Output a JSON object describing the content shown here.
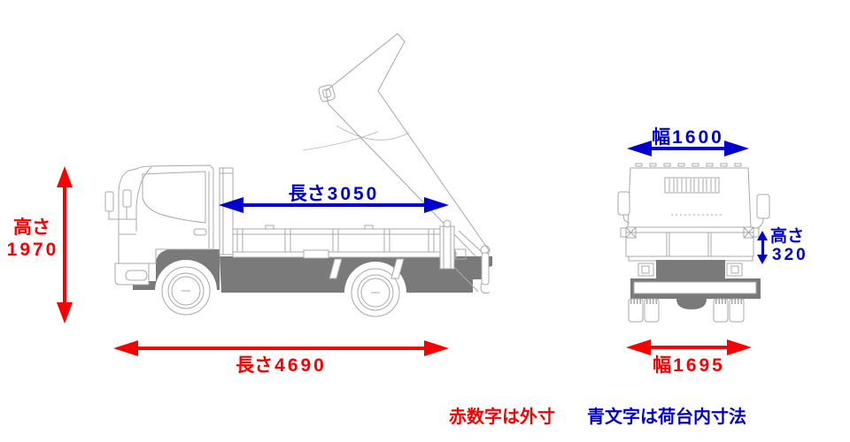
{
  "colors": {
    "outside_red": "#f80000",
    "inside_blue": "#0000cc",
    "line_gray": "#a8a8a8",
    "dark_gray": "#7a7a7a"
  },
  "side_view": {
    "overall_height": {
      "label": "高さ",
      "value": "1970"
    },
    "bed_inner_length": {
      "label": "長さ",
      "value": "3050"
    },
    "overall_length": {
      "label": "長さ",
      "value": "4690"
    }
  },
  "rear_view": {
    "bed_inner_width": {
      "label": "幅",
      "value": "1600"
    },
    "bed_inner_height": {
      "label": "高さ",
      "value": "320"
    },
    "overall_width": {
      "label": "幅",
      "value": "1695"
    }
  },
  "legend": {
    "outside_note": "赤数字は外寸",
    "inside_note": "青文字は荷台内寸法"
  }
}
